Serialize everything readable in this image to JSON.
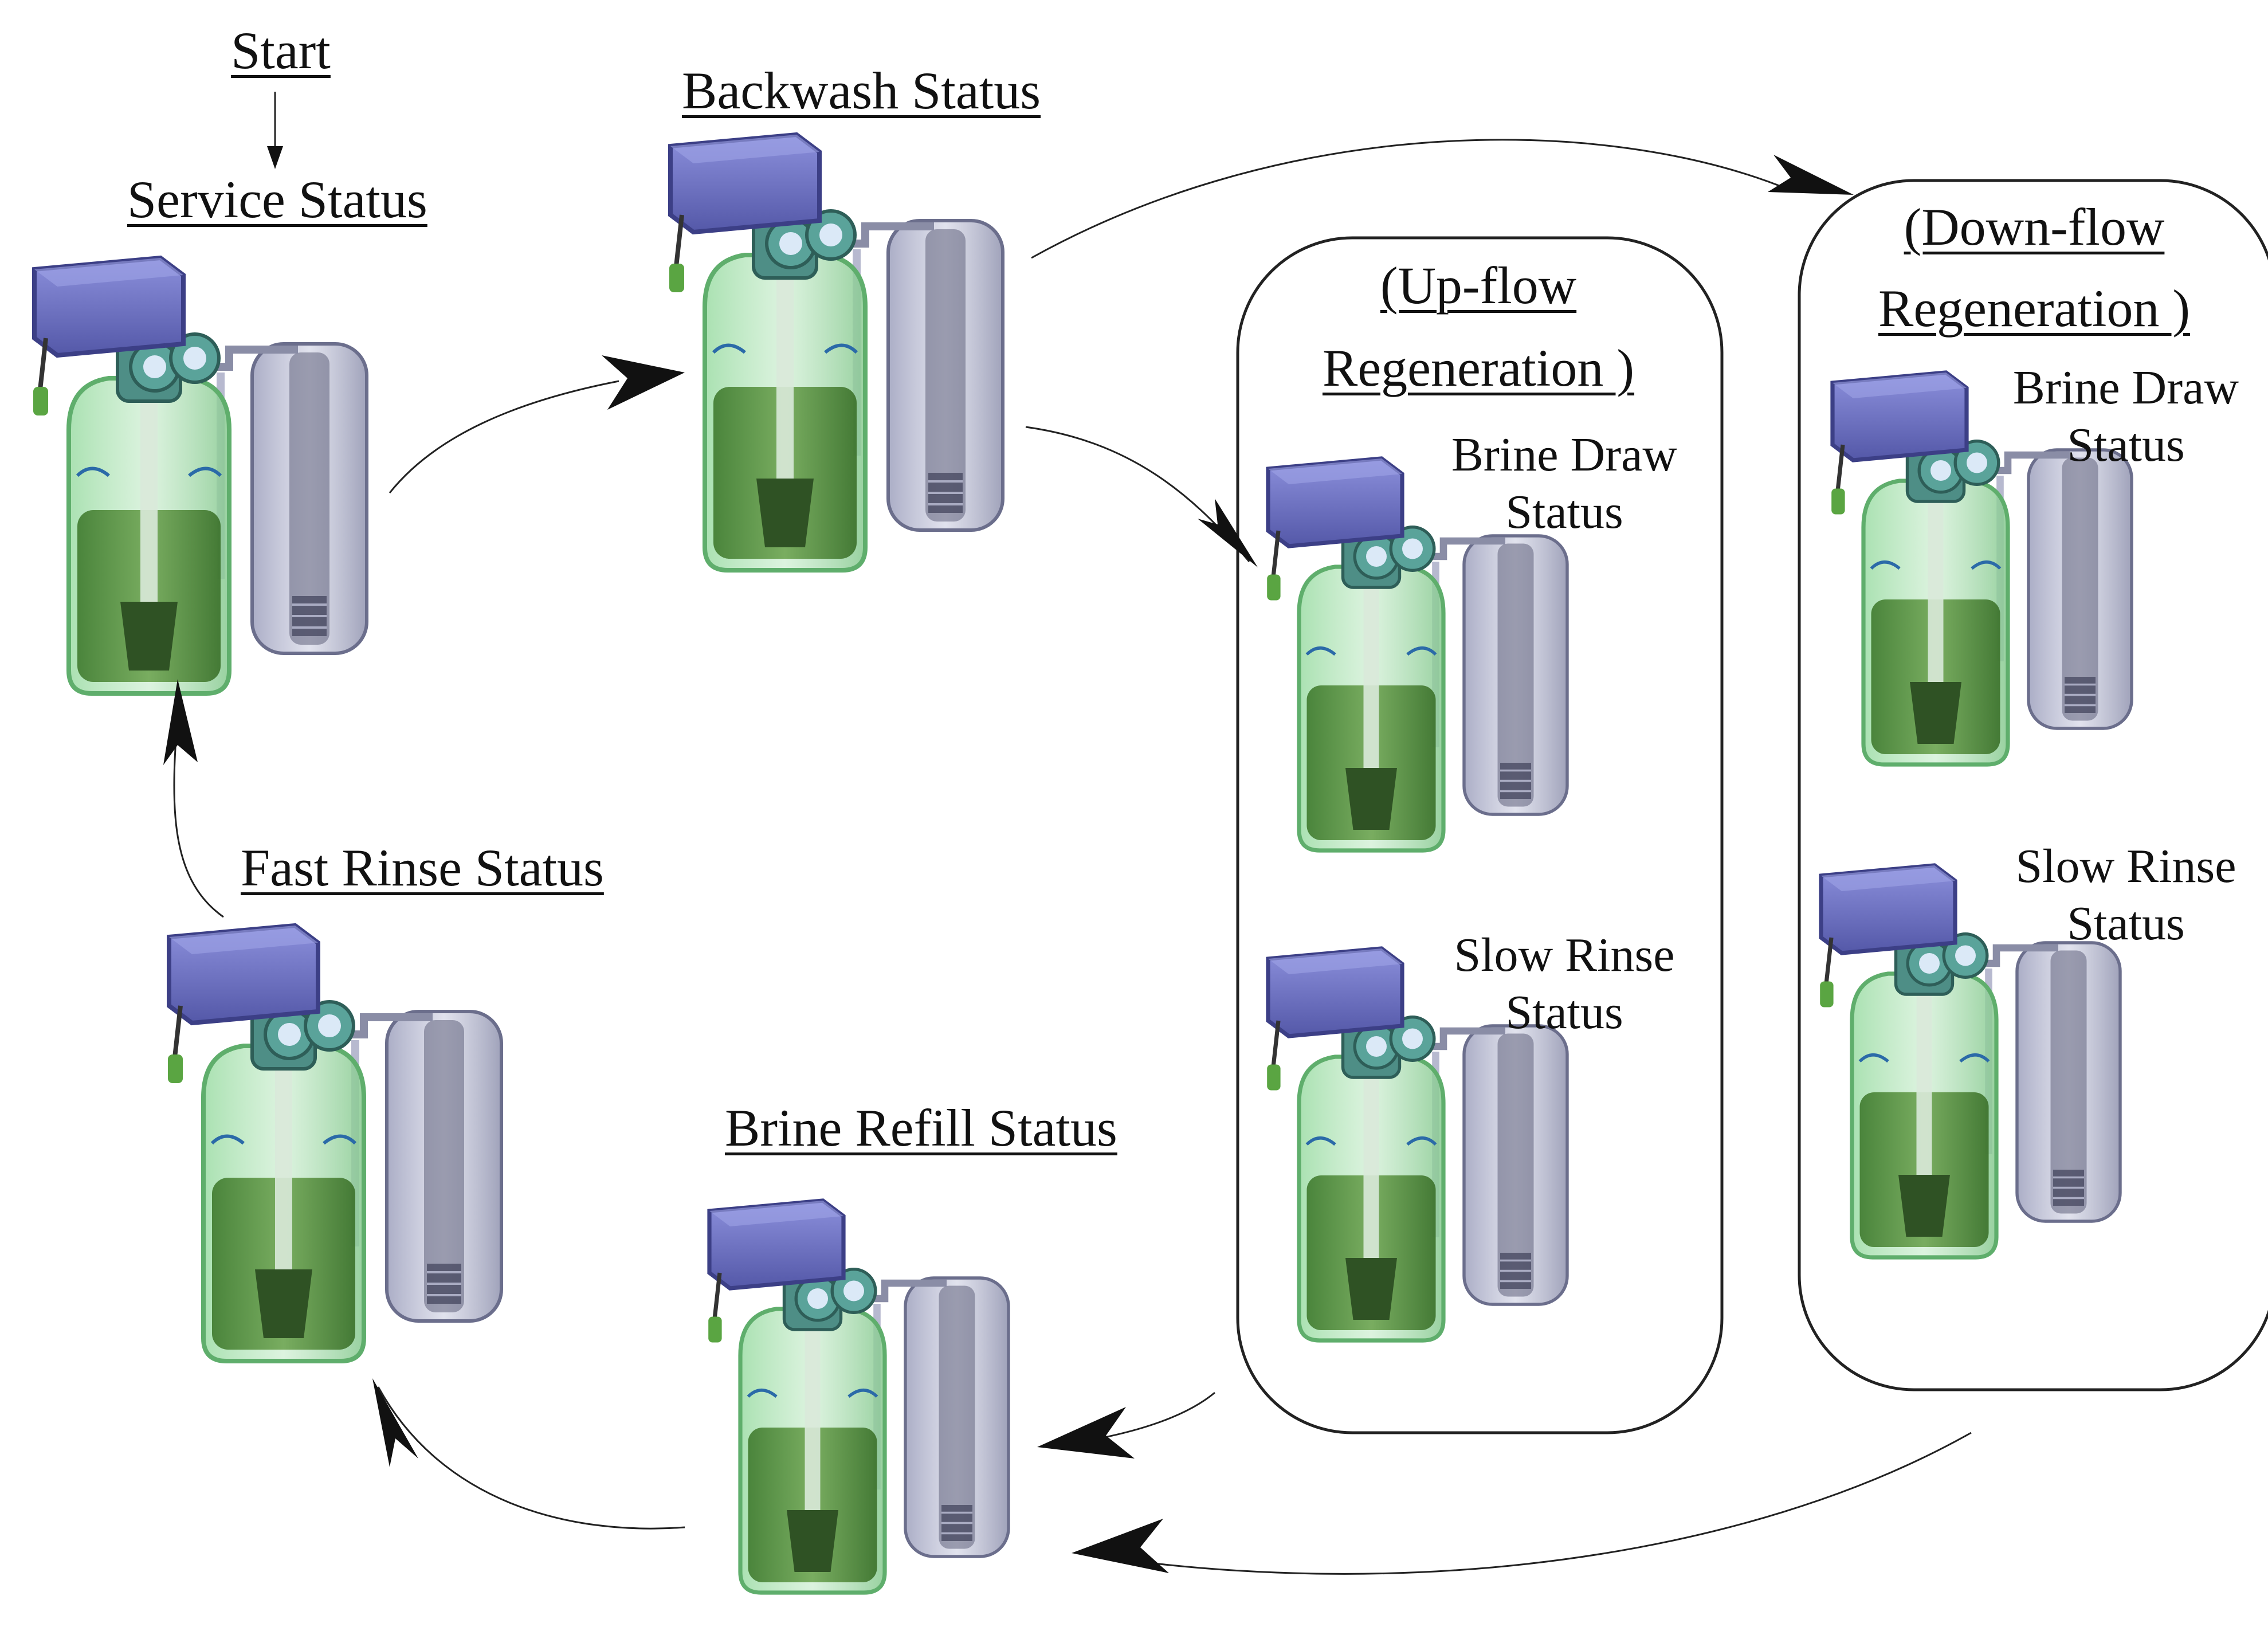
{
  "labels": {
    "start": "Start",
    "service": "Service Status",
    "backwash": "Backwash Status",
    "fast_rinse": "Fast Rinse Status",
    "brine_refill": "Brine Refill Status"
  },
  "upflow": {
    "title_line1": "(Up-flow",
    "title_line2": "Regeneration )",
    "brine_draw_line1": "Brine Draw",
    "brine_draw_line2": "Status",
    "slow_rinse_line1": "Slow Rinse",
    "slow_rinse_line2": "Status"
  },
  "downflow": {
    "title_line1": "(Down-flow",
    "title_line2": "Regeneration )",
    "brine_draw_line1": "Brine Draw",
    "brine_draw_line2": "Status",
    "slow_rinse_line1": "Slow Rinse",
    "slow_rinse_line2": "Status"
  },
  "colors": {
    "controller": "#6f73c8",
    "resin_tank": "#8fd49a",
    "resin_bed": "#4e8a3a",
    "brine_tank": "#aeb0c8",
    "arrow": "#111111"
  }
}
